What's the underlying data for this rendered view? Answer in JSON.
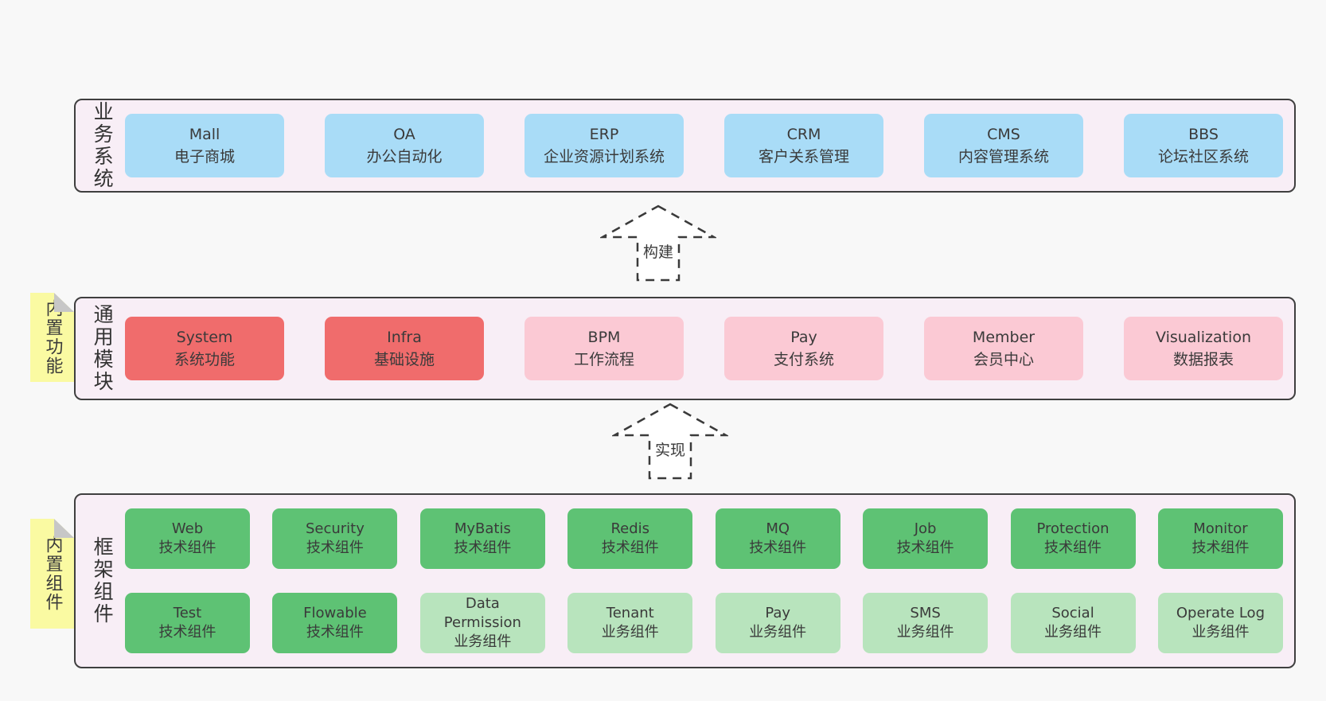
{
  "palette": {
    "page_background": "#f8f8f8",
    "layer_background": "#f8eef6",
    "layer_border": "#3f3f3f",
    "blue_box": "#a9dcf7",
    "red_box": "#f06c6c",
    "pink_box": "#fbc9d4",
    "green_dark_box": "#5ec274",
    "green_light_box": "#b8e4bd",
    "sticky_note": "#fafaa2",
    "note_fold": "#c7c7c7",
    "text": "#3a3a3a"
  },
  "arrows": [
    {
      "label": "构建"
    },
    {
      "label": "实现"
    }
  ],
  "layers": [
    {
      "id": "business",
      "label": "业务系统",
      "boxes": [
        {
          "title": "Mall",
          "subtitle": "电子商城",
          "variant": "blue"
        },
        {
          "title": "OA",
          "subtitle": "办公自动化",
          "variant": "blue"
        },
        {
          "title": "ERP",
          "subtitle": "企业资源计划系统",
          "variant": "blue"
        },
        {
          "title": "CRM",
          "subtitle": "客户关系管理",
          "variant": "blue"
        },
        {
          "title": "CMS",
          "subtitle": "内容管理系统",
          "variant": "blue"
        },
        {
          "title": "BBS",
          "subtitle": "论坛社区系统",
          "variant": "blue"
        }
      ]
    },
    {
      "id": "modules",
      "label": "通用模块",
      "note": "内置功能",
      "boxes": [
        {
          "title": "System",
          "subtitle": "系统功能",
          "variant": "red"
        },
        {
          "title": "Infra",
          "subtitle": "基础设施",
          "variant": "red"
        },
        {
          "title": "BPM",
          "subtitle": "工作流程",
          "variant": "pink"
        },
        {
          "title": "Pay",
          "subtitle": "支付系统",
          "variant": "pink"
        },
        {
          "title": "Member",
          "subtitle": "会员中心",
          "variant": "pink"
        },
        {
          "title": "Visualization",
          "subtitle": "数据报表",
          "variant": "pink"
        }
      ]
    },
    {
      "id": "framework",
      "label": "框架组件",
      "note": "内置组件",
      "rows": [
        [
          {
            "title": "Web",
            "subtitle": "技术组件",
            "variant": "green-dark"
          },
          {
            "title": "Security",
            "subtitle": "技术组件",
            "variant": "green-dark"
          },
          {
            "title": "MyBatis",
            "subtitle": "技术组件",
            "variant": "green-dark"
          },
          {
            "title": "Redis",
            "subtitle": "技术组件",
            "variant": "green-dark"
          },
          {
            "title": "MQ",
            "subtitle": "技术组件",
            "variant": "green-dark"
          },
          {
            "title": "Job",
            "subtitle": "技术组件",
            "variant": "green-dark"
          },
          {
            "title": "Protection",
            "subtitle": "技术组件",
            "variant": "green-dark"
          },
          {
            "title": "Monitor",
            "subtitle": "技术组件",
            "variant": "green-dark"
          }
        ],
        [
          {
            "title": "Test",
            "subtitle": "技术组件",
            "variant": "green-dark"
          },
          {
            "title": "Flowable",
            "subtitle": "技术组件",
            "variant": "green-dark"
          },
          {
            "title": "Data Permission",
            "subtitle": "业务组件",
            "variant": "green-light"
          },
          {
            "title": "Tenant",
            "subtitle": "业务组件",
            "variant": "green-light"
          },
          {
            "title": "Pay",
            "subtitle": "业务组件",
            "variant": "green-light"
          },
          {
            "title": "SMS",
            "subtitle": "业务组件",
            "variant": "green-light"
          },
          {
            "title": "Social",
            "subtitle": "业务组件",
            "variant": "green-light"
          },
          {
            "title": "Operate Log",
            "subtitle": "业务组件",
            "variant": "green-light"
          }
        ]
      ]
    }
  ]
}
